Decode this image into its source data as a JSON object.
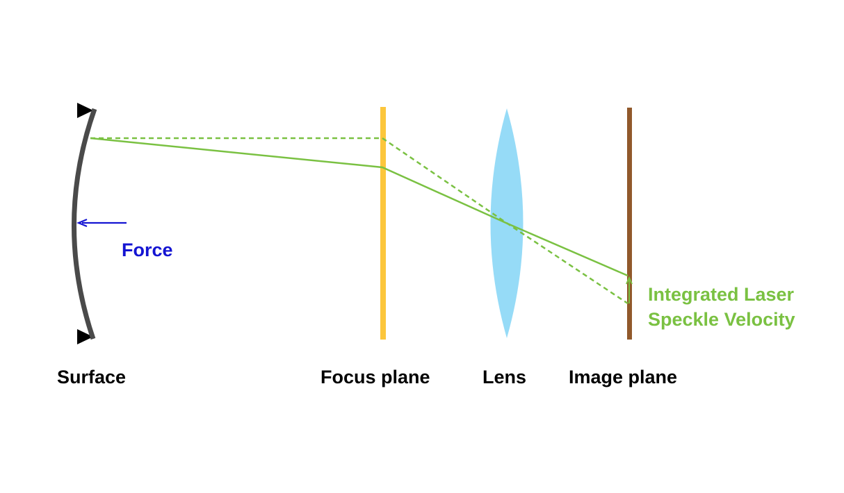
{
  "labels": {
    "surface": "Surface",
    "focus_plane": "Focus plane",
    "lens": "Lens",
    "image_plane": "Image plane",
    "force": "Force",
    "speckle_line1": "Integrated Laser",
    "speckle_line2": "Speckle Velocity"
  },
  "colors": {
    "surface": "#4a4a4a",
    "focus_plane": "#fcc63c",
    "lens": "#96dbf7",
    "image_plane": "#91592b",
    "ray": "#7ac142",
    "force": "#1414d2",
    "support": "#000000"
  }
}
